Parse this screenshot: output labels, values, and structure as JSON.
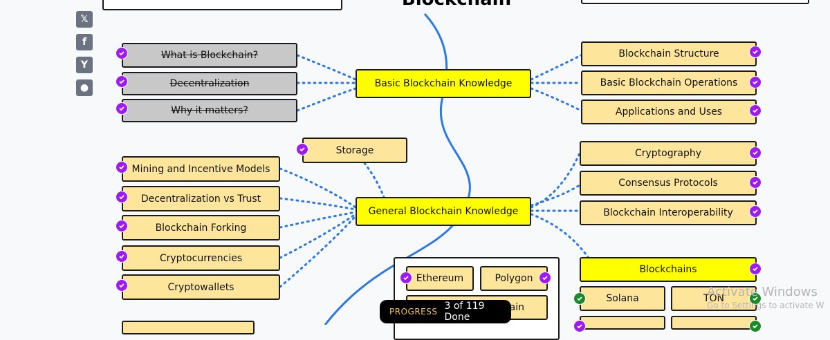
{
  "roadmap": {
    "title": "Blockchain",
    "topics": {
      "basic": "Basic Blockchain Knowledge",
      "general": "General Blockchain Knowledge",
      "blockchains": "Blockchains"
    },
    "basic_left": [
      "What is Blockchain?",
      "Decentralization",
      "Why it matters?"
    ],
    "basic_right": [
      "Blockchain Structure",
      "Basic Blockchain Operations",
      "Applications and Uses"
    ],
    "general_left": [
      "Mining and Incentive Models",
      "Decentralization vs Trust",
      "Blockchain Forking",
      "Cryptocurrencies",
      "Cryptowallets"
    ],
    "storage": "Storage",
    "general_right": [
      "Cryptography",
      "Consensus Protocols",
      "Blockchain Interoperability"
    ],
    "evm": [
      "Ethereum",
      "Polygon",
      "ain"
    ],
    "blockchains_children": [
      "Solana",
      "TON"
    ]
  },
  "social": {
    "icons": [
      "x-icon",
      "facebook-icon",
      "y-icon",
      "reddit-icon"
    ],
    "glyphs": [
      "𝕏",
      "f",
      "Y",
      "●"
    ]
  },
  "progress": {
    "label": "PROGRESS",
    "text": "3 of 119 Done"
  },
  "watermark": {
    "line1": "Activate Windows",
    "line2": "Go to Settings to activate W"
  },
  "colors": {
    "topic": "#ffff00",
    "subtopic": "#fee59c",
    "done": "#c8c8c8",
    "check_purple": "#9e1cf0",
    "check_green": "#1c8a2a",
    "connector": "#2b78e4"
  }
}
